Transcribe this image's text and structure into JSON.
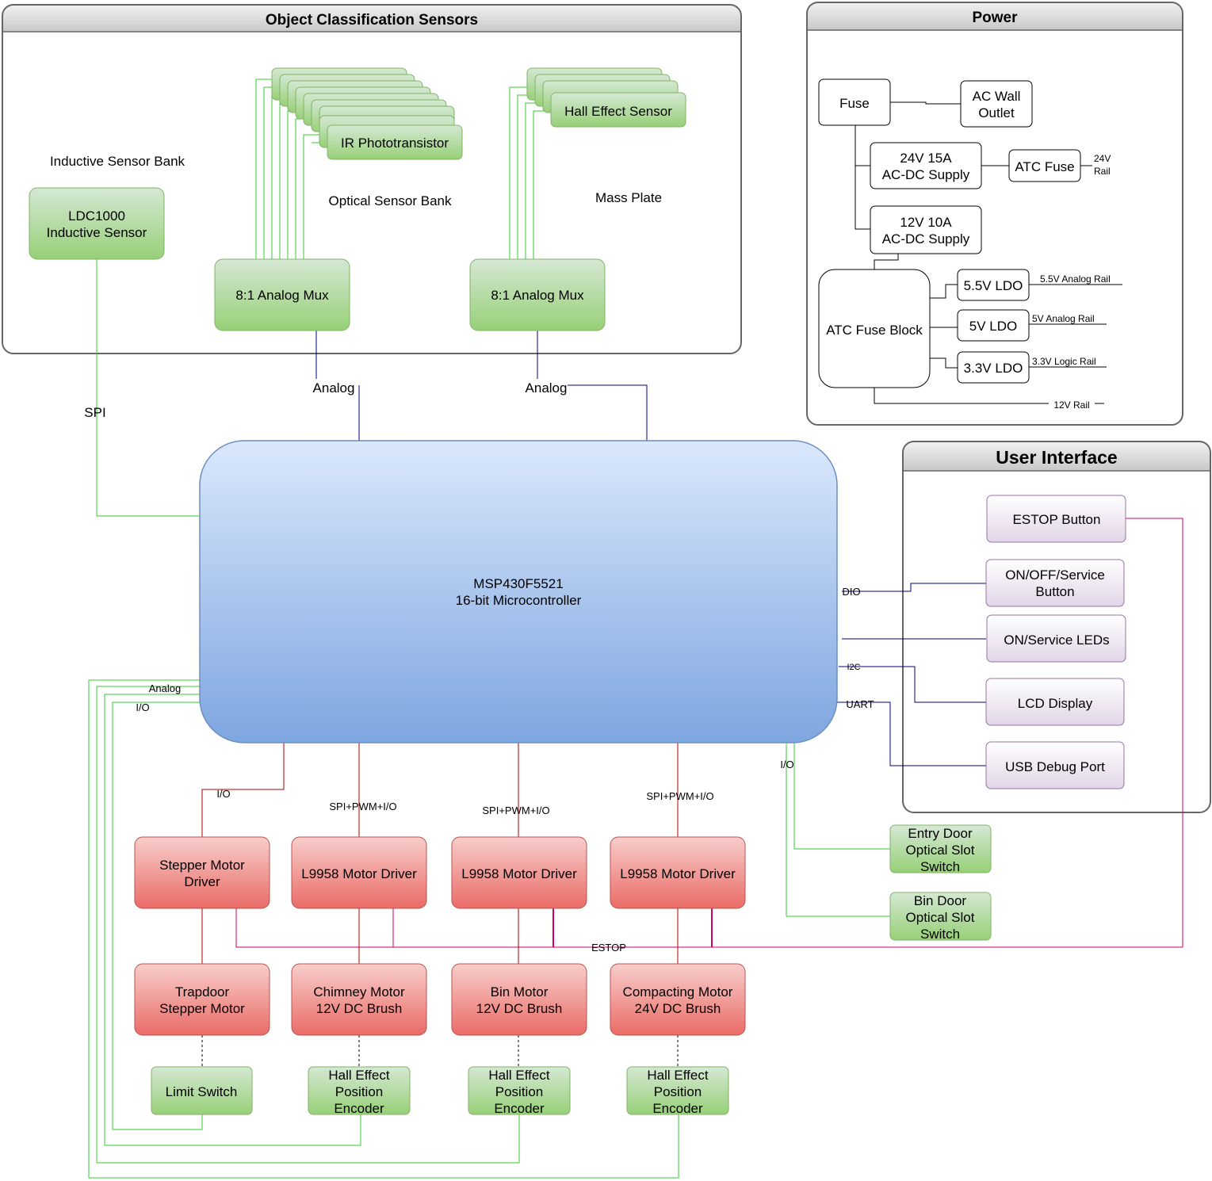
{
  "groups": {
    "sensors": "Object Classification Sensors",
    "power": "Power",
    "ui": "User Interface"
  },
  "sensors": {
    "inductive_bank_label": "Inductive Sensor Bank",
    "optical_bank_label": "Optical Sensor Bank",
    "mass_plate_label": "Mass Plate",
    "ldc1000": [
      "LDC1000",
      "Inductive Sensor"
    ],
    "ir_phototransistor": "IR Phototransistor",
    "hall_effect_sensor": "Hall Effect Sensor",
    "mux_optical": "8:1 Analog Mux",
    "mux_mass": "8:1 Analog Mux"
  },
  "power": {
    "fuse": "Fuse",
    "ac_outlet": [
      "AC Wall",
      "Outlet"
    ],
    "supply_24v": [
      "24V 15A",
      "AC-DC Supply"
    ],
    "atc_fuse": "ATC Fuse",
    "rail_24v": [
      "24V",
      "Rail"
    ],
    "supply_12v": [
      "12V 10A",
      "AC-DC Supply"
    ],
    "atc_fuse_block": "ATC Fuse Block",
    "ldo_55": "5.5V LDO",
    "ldo_5": "5V LDO",
    "ldo_33": "3.3V LDO",
    "rail_55": "5.5V Analog Rail",
    "rail_5": "5V Analog Rail",
    "rail_33": "3.3V Logic Rail",
    "rail_12": "12V Rail"
  },
  "mcu": [
    "MSP430F5521",
    "16-bit Microcontroller"
  ],
  "ui": {
    "estop": "ESTOP Button",
    "onoff": [
      "ON/OFF/Service",
      "Button"
    ],
    "leds": "ON/Service LEDs",
    "lcd": "LCD Display",
    "usb": "USB Debug Port"
  },
  "switches": {
    "entry_door": [
      "Entry Door",
      "Optical Slot",
      "Switch"
    ],
    "bin_door": [
      "Bin Door",
      "Optical Slot",
      "Switch"
    ]
  },
  "drivers": {
    "stepper_driver": [
      "Stepper Motor",
      "Driver"
    ],
    "l9958_1": "L9958 Motor Driver",
    "l9958_2": "L9958 Motor Driver",
    "l9958_3": "L9958 Motor Driver"
  },
  "motors": {
    "trapdoor": [
      "Trapdoor",
      "Stepper Motor"
    ],
    "chimney": [
      "Chimney Motor",
      "12V DC Brush"
    ],
    "bin": [
      "Bin Motor",
      "12V DC Brush"
    ],
    "compacting": [
      "Compacting Motor",
      "24V DC Brush"
    ]
  },
  "encoders": {
    "limit_switch": "Limit Switch",
    "hall_1": [
      "Hall Effect",
      "Position",
      "Encoder"
    ],
    "hall_2": [
      "Hall Effect",
      "Position",
      "Encoder"
    ],
    "hall_3": [
      "Hall Effect",
      "Position",
      "Encoder"
    ]
  },
  "connections": {
    "spi": "SPI",
    "analog_1": "Analog",
    "analog_2": "Analog",
    "analog_left": "Analog",
    "io_left": "I/O",
    "dio": "DIO",
    "i2c": "I2C",
    "uart": "UART",
    "io_switches": "I/O",
    "io_stepper": "I/O",
    "spi_pwm_1": "SPI+PWM+I/O",
    "spi_pwm_2": "SPI+PWM+I/O",
    "spi_pwm_3": "SPI+PWM+I/O",
    "estop": "ESTOP"
  },
  "colors": {
    "green_fill_top": "#d5e8d4",
    "green_fill_bottom": "#97d077",
    "green_stroke": "#82b366",
    "red_fill_top": "#f8cecc",
    "red_fill_bottom": "#ea6b66",
    "red_stroke": "#b85450",
    "purple_fill_top": "#ffffff",
    "purple_fill_bottom": "#e1d5e7",
    "purple_stroke": "#9673a6",
    "blue_fill_top": "#dae8fc",
    "blue_fill_bottom": "#7ea6e0",
    "blue_stroke": "#6c8ebf",
    "green_line": "#33cc33",
    "navy_line": "#000080",
    "red_line": "#b20000",
    "magenta_line": "#cc0066"
  }
}
